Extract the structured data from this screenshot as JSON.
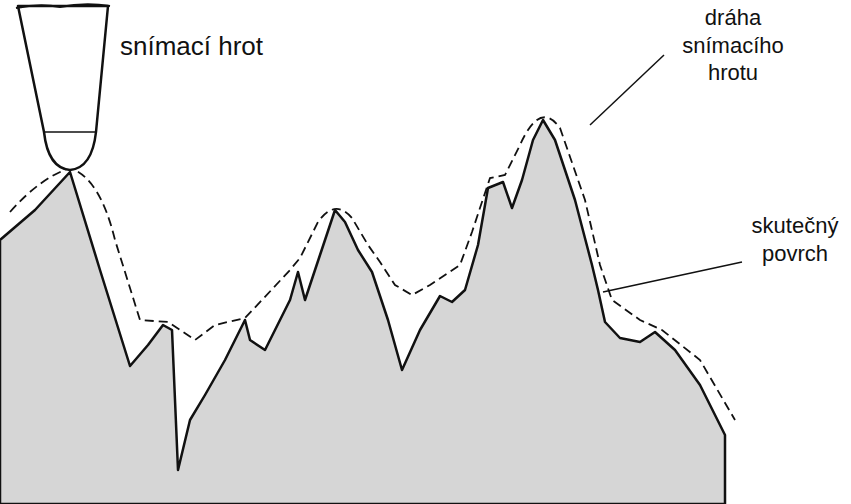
{
  "diagram": {
    "labels": [
      "snímací hrot",
      "dráha snímacího hrotu",
      "skutečný povrch"
    ]
  }
}
